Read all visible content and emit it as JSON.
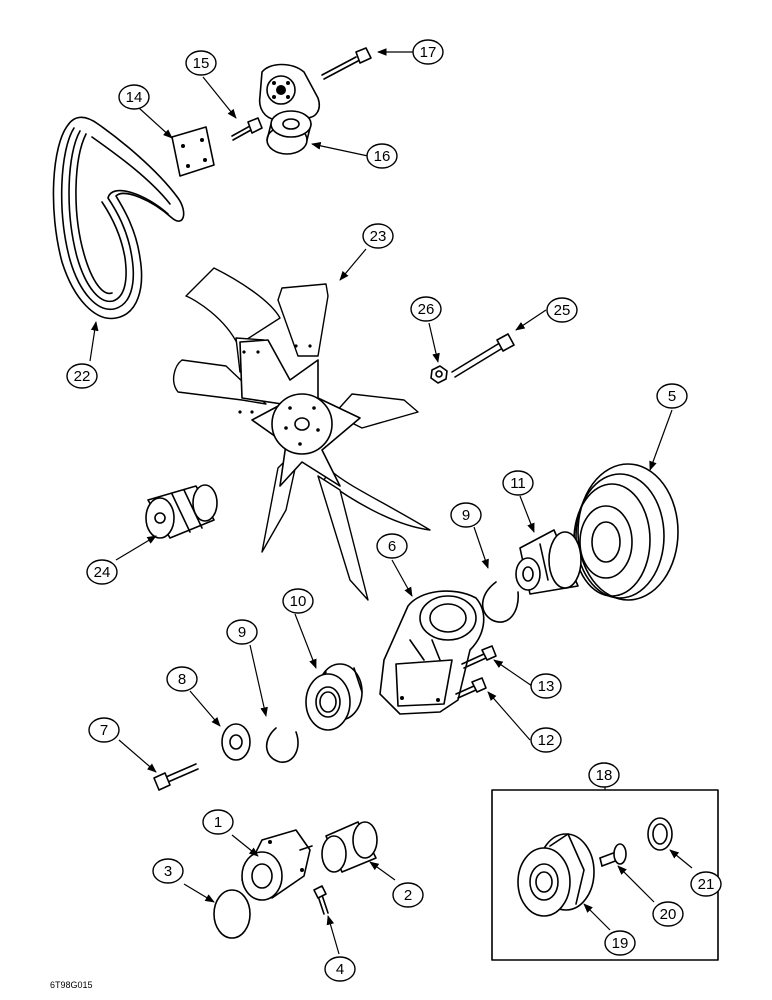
{
  "drawing_code": "6T98G015",
  "callouts": [
    "1",
    "2",
    "3",
    "4",
    "5",
    "6",
    "7",
    "8",
    "9",
    "9",
    "10",
    "11",
    "12",
    "13",
    "14",
    "15",
    "16",
    "17",
    "18",
    "19",
    "20",
    "21",
    "22",
    "23",
    "24",
    "25",
    "26"
  ],
  "colors": {
    "ink": "#000000",
    "paper": "#ffffff"
  }
}
